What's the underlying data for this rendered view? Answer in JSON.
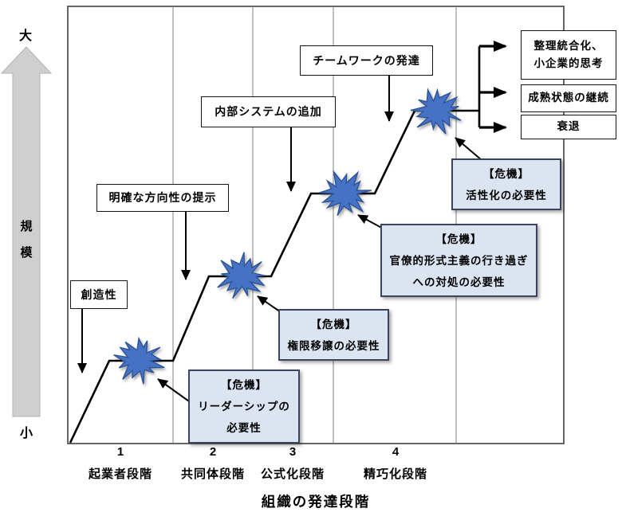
{
  "y_axis": {
    "max_label": "大",
    "axis_label": "規模",
    "min_label": "小"
  },
  "x_axis": {
    "title": "組織の発達段階",
    "stages": [
      {
        "number": "1",
        "name": "起業者段階"
      },
      {
        "number": "2",
        "name": "共同体段階"
      },
      {
        "number": "3",
        "name": "公式化段階"
      },
      {
        "number": "4",
        "name": "精巧化段階"
      }
    ]
  },
  "growth_labels": [
    {
      "text": "創造性"
    },
    {
      "text": "明確な方向性の提示"
    },
    {
      "text": "内部システムの追加"
    },
    {
      "text": "チームワークの発達"
    }
  ],
  "crises": [
    {
      "heading": "【危機】",
      "lines": [
        "リーダーシップの",
        "必要性"
      ]
    },
    {
      "heading": "【危機】",
      "lines": [
        "権限移譲の必要性"
      ]
    },
    {
      "heading": "【危機】",
      "lines": [
        "官僚的形式主義の行き過ぎ",
        "への対処の必要性"
      ]
    },
    {
      "heading": "【危機】",
      "lines": [
        "活性化の必要性"
      ]
    }
  ],
  "outcomes": [
    {
      "lines": [
        "整理統合化、",
        "小企業的思考"
      ]
    },
    {
      "lines": [
        "成熟状態の継続"
      ]
    },
    {
      "lines": [
        "衰退"
      ]
    }
  ],
  "colors": {
    "starburst_fill": "#4472c4",
    "starburst_edge": "#2f5597",
    "crisis_fill": "#dbe5f2",
    "crisis_border": "#38455c",
    "axis_arrow_fill": "#cfcfcf",
    "axis_arrow_edge": "#b3b3b3",
    "grid_line": "#808080",
    "frame": "#404040"
  }
}
